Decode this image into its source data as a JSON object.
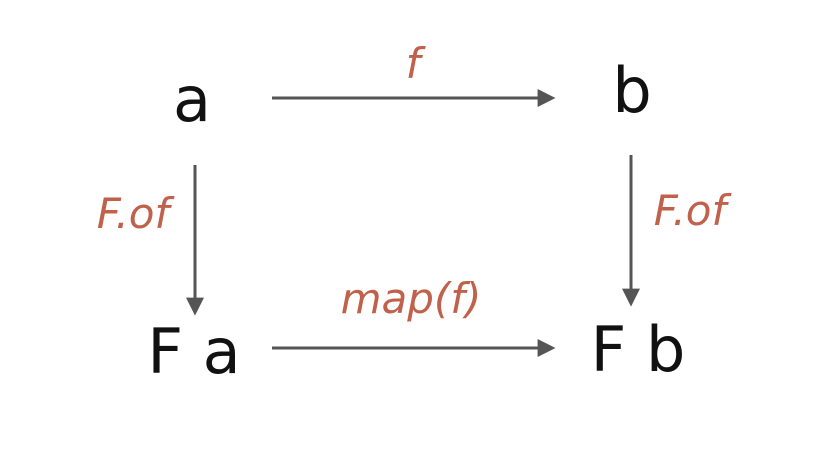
{
  "colors": {
    "node_text": "#111111",
    "label_text": "#c0624b",
    "arrow": "#555555"
  },
  "nodes": {
    "a": "a",
    "b": "b",
    "fa": "F a",
    "fb": "F b"
  },
  "edges": {
    "top": {
      "label": "f"
    },
    "left": {
      "label": "F.of"
    },
    "right": {
      "label": "F.of"
    },
    "bottom": {
      "label": "map(f)"
    }
  }
}
